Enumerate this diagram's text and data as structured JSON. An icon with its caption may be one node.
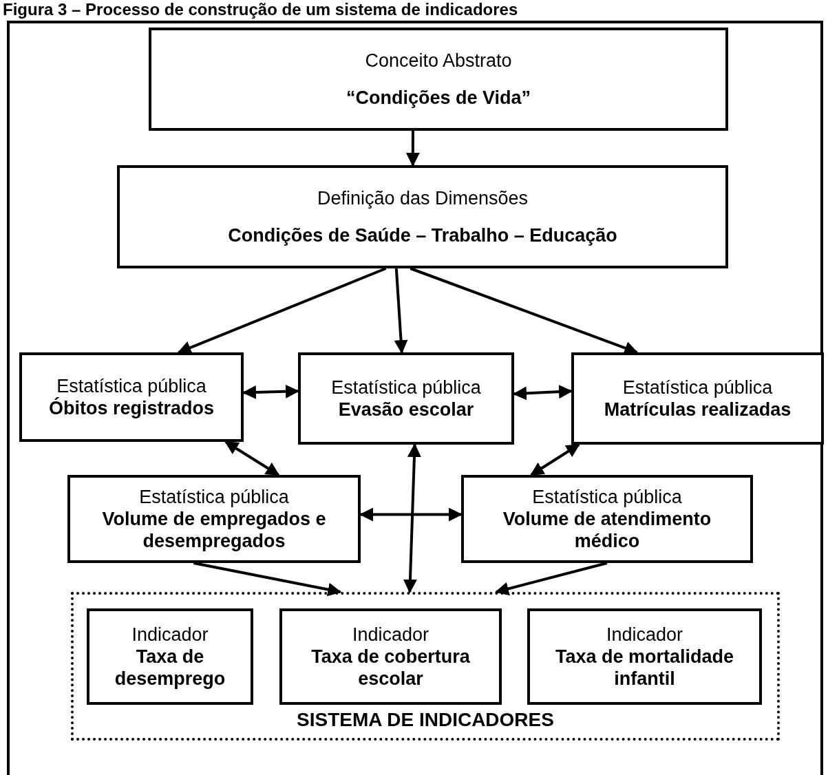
{
  "diagram": {
    "title": "Figura 3 – Processo de construção de um sistema de indicadores",
    "nodes": [
      {
        "text": [
          "Conceito Abstrato",
          "“Condições de Vida”"
        ]
      },
      {
        "text": [
          "Definição das Dimensões",
          "Condições de Saúde – Trabalho – Educação"
        ]
      },
      {
        "text": [
          "Estatística pública",
          "Óbitos registrados"
        ]
      },
      {
        "text": [
          "Estatística pública",
          "Evasão escolar"
        ]
      },
      {
        "text": [
          "Estatística pública",
          "Matrículas realizadas"
        ]
      },
      {
        "text": [
          "Estatística pública",
          "Volume de empregados e desempregados"
        ]
      },
      {
        "text": [
          "Estatística pública",
          "Volume de atendimento médico"
        ]
      },
      {
        "text": [
          "SISTEMA DE INDICADORES"
        ]
      },
      {
        "text": [
          "Indicador",
          "Taxa de desemprego"
        ],
        "in": 7
      },
      {
        "text": [
          "Indicador",
          "Taxa de cobertura escolar"
        ],
        "in": 7
      },
      {
        "text": [
          "Indicador",
          "Taxa de mortalidade infantil"
        ],
        "in": 7
      }
    ],
    "edges": [
      {
        "from": 0,
        "to": 1,
        "arrow": "to"
      },
      {
        "from": 1,
        "to": 2,
        "arrow": "to"
      },
      {
        "from": 1,
        "to": 3,
        "arrow": "to"
      },
      {
        "from": 1,
        "to": 4,
        "arrow": "to"
      },
      {
        "from": 2,
        "to": 3,
        "arrow": "both"
      },
      {
        "from": 3,
        "to": 4,
        "arrow": "both"
      },
      {
        "from": 2,
        "to": 5,
        "arrow": "both"
      },
      {
        "from": 4,
        "to": 6,
        "arrow": "both"
      },
      {
        "from": 5,
        "to": 6,
        "arrow": "both"
      },
      {
        "from": 3,
        "to": 7,
        "arrow": "both"
      },
      {
        "from": 5,
        "to": 7,
        "arrow": "to"
      },
      {
        "from": 6,
        "to": 7,
        "arrow": "to"
      }
    ]
  }
}
